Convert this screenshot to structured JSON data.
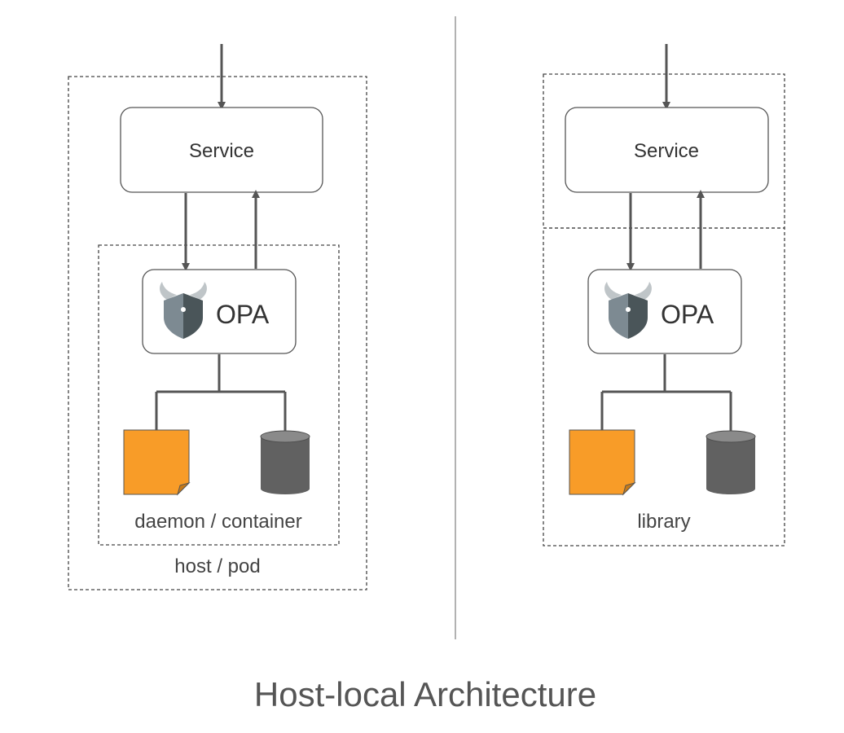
{
  "title": "Host-local Architecture",
  "left": {
    "service_label": "Service",
    "opa_label": "OPA",
    "inner_group_label": "daemon / container",
    "outer_group_label": "host / pod"
  },
  "right": {
    "service_label": "Service",
    "opa_label": "OPA",
    "group_label": "library"
  },
  "colors": {
    "policy_doc": "#F89C28",
    "data_store": "#616161",
    "opa_logo_light": "#7D8A92",
    "opa_logo_dark": "#4A5559",
    "opa_horns": "#BFC5C8",
    "line": "#555555",
    "dashed_border": "#444444",
    "box_border": "#555555"
  },
  "icons": [
    "opa-logo-icon",
    "policy-document-icon",
    "database-icon"
  ]
}
